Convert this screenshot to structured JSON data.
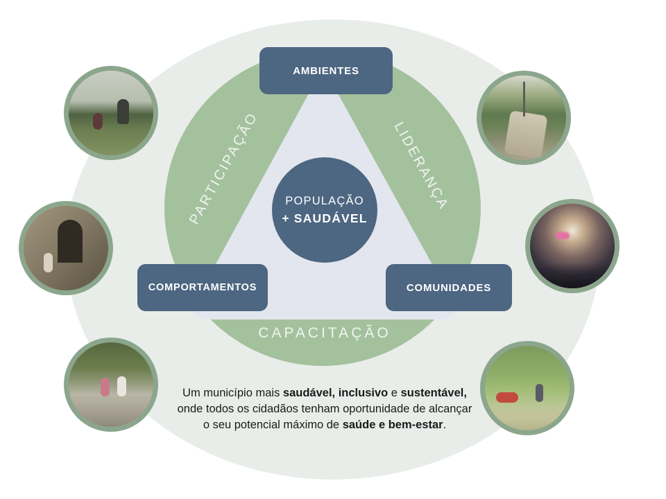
{
  "palette": {
    "slate": "#4d6681",
    "sage_green": "#a4c19e",
    "ellipse_background": "#e9ede9",
    "triangle_fill": "#e3e6ee",
    "photo_ring": "#8ba68c"
  },
  "diagram": {
    "center": {
      "line1": "POPULAÇÃO",
      "line2": "+ SAUDÁVEL"
    },
    "nodes": {
      "top": "AMBIENTES",
      "bottom_left": "COMPORTAMENTOS",
      "bottom_right": "COMUNIDADES"
    },
    "edges": {
      "left": "PARTICIPAÇÃO",
      "right": "LIDERANÇA",
      "bottom": "CAPACITAÇÃO"
    }
  },
  "photos": [
    {
      "alt": "Adult and child walking in a garden"
    },
    {
      "alt": "People strolling on a tree-lined park path"
    },
    {
      "alt": "Visitors at a historic stone doorway"
    },
    {
      "alt": "Crowd at an outdoor evening concert"
    },
    {
      "alt": "People jogging under a pergola walkway"
    },
    {
      "alt": "Families at an outdoor park event"
    }
  ],
  "tagline": {
    "line1": [
      {
        "text": "Um município mais "
      },
      {
        "text": "saudável, inclusivo",
        "bold": true
      },
      {
        "text": " e "
      },
      {
        "text": "sustentável,",
        "bold": true
      }
    ],
    "line2": [
      {
        "text": "onde todos os cidadãos tenham oportunidade de alcançar"
      }
    ],
    "line3": [
      {
        "text": "o seu potencial máximo de "
      },
      {
        "text": "saúde e bem-estar",
        "bold": true
      },
      {
        "text": "."
      }
    ]
  }
}
